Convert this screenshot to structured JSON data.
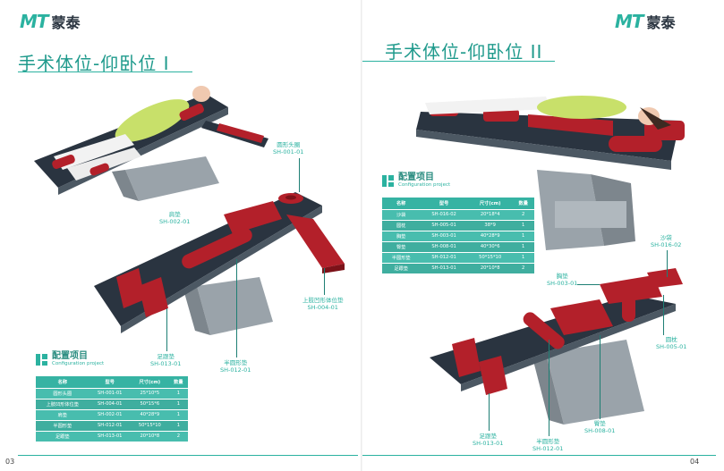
{
  "brand": {
    "mark": "MT",
    "name": "蒙泰"
  },
  "left_page": {
    "title": "手术体位-仰卧位 I",
    "page_number": "03",
    "callouts": {
      "head_ring": [
        "圆形头圈",
        "SH-001-01"
      ],
      "shoulder_pad": [
        "肩垫",
        "SH-002-01"
      ],
      "arm_board_pad": [
        "上肢凹形体位垫",
        "SH-004-01"
      ],
      "heel_pad": [
        "足跟垫",
        "SH-013-01"
      ],
      "half_round_pad": [
        "半圆形垫",
        "SH-012-01"
      ]
    },
    "config": {
      "title": "配置项目",
      "subtitle": "Configuration project",
      "headers": [
        "名称",
        "型号",
        "尺寸(cm)",
        "数量"
      ],
      "rows": [
        [
          "圆形头圈",
          "SH-001-01",
          "25*10*5",
          "1"
        ],
        [
          "上肢凹形体位垫",
          "SH-004-01",
          "50*15*6",
          "1"
        ],
        [
          "肩垫",
          "SH-002-01",
          "40*28*9",
          "1"
        ],
        [
          "半圆形垫",
          "SH-012-01",
          "50*15*10",
          "1"
        ],
        [
          "足跟垫",
          "SH-013-01",
          "20*10*8",
          "2"
        ]
      ]
    }
  },
  "right_page": {
    "title": "手术体位-仰卧位 II",
    "page_number": "04",
    "callouts": {
      "sandbag": [
        "沙袋",
        "SH-016-02"
      ],
      "chest_pad": [
        "胸垫",
        "SH-003-01"
      ],
      "round_pillow": [
        "圆枕",
        "SH-005-01"
      ],
      "hip_pad": [
        "臀垫",
        "SH-008-01"
      ],
      "half_round_pad": [
        "半圆形垫",
        "SH-012-01"
      ],
      "heel_pad": [
        "足跟垫",
        "SH-013-01"
      ]
    },
    "config": {
      "title": "配置项目",
      "subtitle": "Configuration project",
      "headers": [
        "名称",
        "型号",
        "尺寸(cm)",
        "数量"
      ],
      "rows": [
        [
          "沙袋",
          "SH-016-02",
          "20*18*4",
          "2"
        ],
        [
          "圆枕",
          "SH-005-01",
          "38*9",
          "1"
        ],
        [
          "胸垫",
          "SH-003-01",
          "40*28*9",
          "1"
        ],
        [
          "臀垫",
          "SH-008-01",
          "40*30*6",
          "1"
        ],
        [
          "半圆形垫",
          "SH-012-01",
          "50*15*10",
          "1"
        ],
        [
          "足跟垫",
          "SH-013-01",
          "20*10*8",
          "2"
        ]
      ]
    }
  },
  "colors": {
    "accent": "#2bb2a0",
    "pad_red": "#b3202a",
    "table_dark": "#2a3440"
  }
}
